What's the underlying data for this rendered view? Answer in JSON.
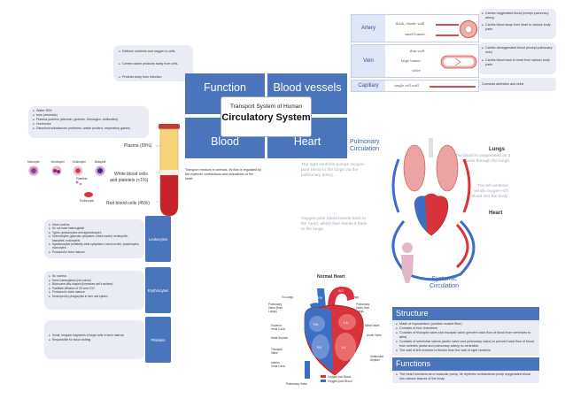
{
  "central": {
    "function": "Function",
    "blood_vessels": "Blood vessels",
    "blood": "Blood",
    "heart": "Heart",
    "subtitle": "Transport System of Human",
    "title": "Circulatory System"
  },
  "function_card": {
    "items": [
      "Delivers nutrients and oxygen to cells",
      "Carries waste products away from cells",
      "Protects body from infection"
    ]
  },
  "plasma_card": {
    "items": [
      "Water 90%",
      "Ions (minerals)",
      "Plasma proteins (albumin, globulin, fibrinogen, antibodies)",
      "Hormones",
      "Dissolved substances (nutrients, waste product, respiratory gases)"
    ]
  },
  "blood": {
    "plasma_label": "Plasma (55%)",
    "wbc_label_1": "White blood cells",
    "wbc_label_2": "and platelets (<1%)",
    "rbc_label": "Red blood cells (45%)",
    "cells": [
      "Monocyte",
      "Neutrophil",
      "Eosinophil",
      "Basophil"
    ],
    "platelets": "Platelets",
    "erythrocyte": "Erythrocyte"
  },
  "blood_desc": "Transport medium in animals. Its flow is regulated by the rhythmic contractions and relaxations of the heart.",
  "leukocytes": {
    "label": "Leukocytes",
    "items": [
      "Have nucleus",
      "Do not have haemoglobin",
      "Types: granulocytes and agranulocytes",
      "Granulocytes (granular cytoplasm, lobed nuclei): neutrophils, basophils, eosinophils",
      "Agranulocytes (relatively clear cytoplasm, round nuclei): lymphocytes, monocytes",
      "Produced in bone marrow"
    ]
  },
  "erythrocytes": {
    "label": "Erythrocytes",
    "items": [
      "No nucleus",
      "Have haemoglobin (red colour)",
      "Biconcave disc shaped (increases cell's surface)",
      "Facilitate diffusion of O2 and CO2",
      "Produced in bone marrow",
      "Destroyed by phagocytes in liver and spleen"
    ]
  },
  "platelets_box": {
    "label": "Platelets",
    "items": [
      "Small, irregular fragments of large cells in bone marrow",
      "Responsible for blood clotting"
    ]
  },
  "vessels": {
    "artery": {
      "name": "Artery",
      "wall": "thick, elastic wall",
      "lumen": "small lumen",
      "notes": [
        "Carries oxygenated blood (except pulmonary artery)",
        "Carries blood away from heart to various body parts"
      ]
    },
    "vein": {
      "name": "Vein",
      "wall": "thin wall",
      "lumen": "large lumen",
      "valve": "valve",
      "notes": [
        "Carries deoxygenated blood (except pulmonary vein)",
        "Carries blood back to heart from various body parts"
      ]
    },
    "capillary": {
      "name": "Capillary",
      "wall": "single cell wall",
      "note": "Connects arterioles and veins"
    }
  },
  "circulation": {
    "pulmonary_1": "Pulmonary",
    "pulmonary_2": "Circulation",
    "lungs": "Lungs",
    "lungs_text": "The blood is oxygenated as it travels through the lungs.",
    "right_ventricle": "The right ventricle pumps oxygen-poor blood to the lungs via the pulmonary artery.",
    "left_ventricle": "The left ventricle sends oxygen-rich blood into the body.",
    "heart": "Heart",
    "oxygen_poor": "Oxygen-poor blood travels back to the heart, which then sends it back to the lungs.",
    "systemic_1": "Systemic",
    "systemic_2": "Circulation"
  },
  "heart_diagram": {
    "title": "Normal Heart",
    "left_labels": [
      "To Lungs",
      "Pulmonary Valve (from Lungs)",
      "Superior Vena Cava",
      "Atrial Septum",
      "Tricuspid Valve",
      "Inferior Vena Cava",
      "Pulmonary Valve"
    ],
    "right_labels": [
      "To Lungs",
      "Pulmonary Veins from Lungs",
      "Mitral Valve",
      "Aortic Valve",
      "Ventricular Septum"
    ],
    "legend": [
      "Oxygen-rich Blood",
      "Oxygen-poor Blood"
    ],
    "chambers": [
      "RA",
      "LA",
      "RV",
      "LV",
      "PA",
      "AO"
    ]
  },
  "structure": {
    "title": "Structure",
    "items": [
      "Made of myocardium (cardiac muscle fibre)",
      "Consists of four chambers",
      "Consists of tricuspid valve and bicuspid valve (prevent back flow of blood from ventricles to atria)",
      "Consists of semilunar valves (aortic valve and pulmonary valve) to prevent back flow of blood from arteries (aorta and pulmonary artery) to ventricles",
      "The wall of left ventricle is thicker than the wall of right ventricle"
    ]
  },
  "functions": {
    "title": "Functions",
    "items": [
      "The heart functions as a muscular pump. Its rhythmic contractions pump oxygenated blood into various tissues of the body."
    ]
  },
  "colors": {
    "accent": "#4a75bc",
    "card": "#e9ecf5",
    "oxy_red": "#d8333a",
    "deoxy_blue": "#3c6fc4"
  }
}
